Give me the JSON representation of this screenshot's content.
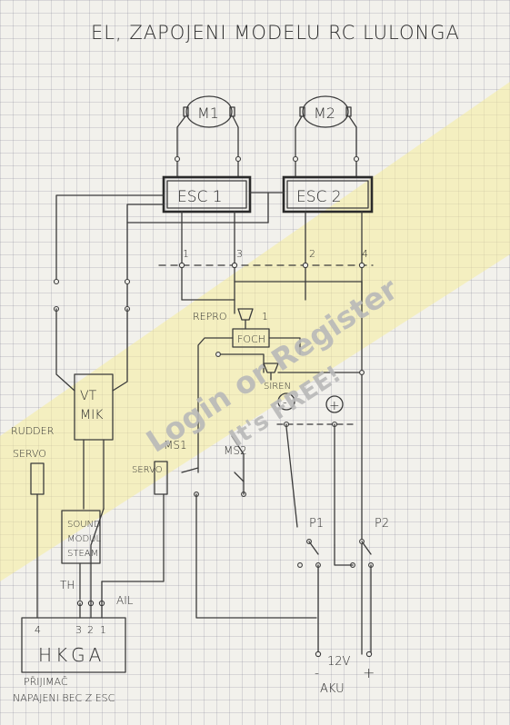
{
  "title": "EL, ZAPOJENI MODELU RC LULONGA",
  "motors": [
    "M1",
    "M2"
  ],
  "esc": [
    "ESC 1",
    "ESC 2"
  ],
  "terminals": [
    "1",
    "3",
    "2",
    "4"
  ],
  "vtmik": [
    "VT",
    "MIK"
  ],
  "repro": "REPRO",
  "foch": "FOCH",
  "siren": "SIREN",
  "minus": "-",
  "plus": "+",
  "rudder": [
    "RUDDER",
    "SERVO"
  ],
  "servo": "SERVO",
  "ms": [
    "MS1",
    "MS2"
  ],
  "sound": [
    "SOUND",
    "MODUL",
    "STEAM"
  ],
  "switches": [
    "P1",
    "P2"
  ],
  "th": "TH",
  "ail": "AIL",
  "hkga_pins": [
    "4",
    "3",
    "2",
    "1"
  ],
  "hkga": "HKGA",
  "prijimac": "PŘIJIMAČ",
  "napajeni": "NAPAJENI BEC Z ESC",
  "battery": [
    "12V",
    "AKU"
  ],
  "battery_signs": [
    "-",
    "+"
  ],
  "watermark": [
    "Login or Register",
    "It's FREE!"
  ],
  "colors": {
    "ink": "#2e2e2e",
    "paper": "#f2f1ec",
    "grid": "#9a9ab0",
    "highlight": "#f6ec9c",
    "watermark": "#b8b8b8"
  }
}
